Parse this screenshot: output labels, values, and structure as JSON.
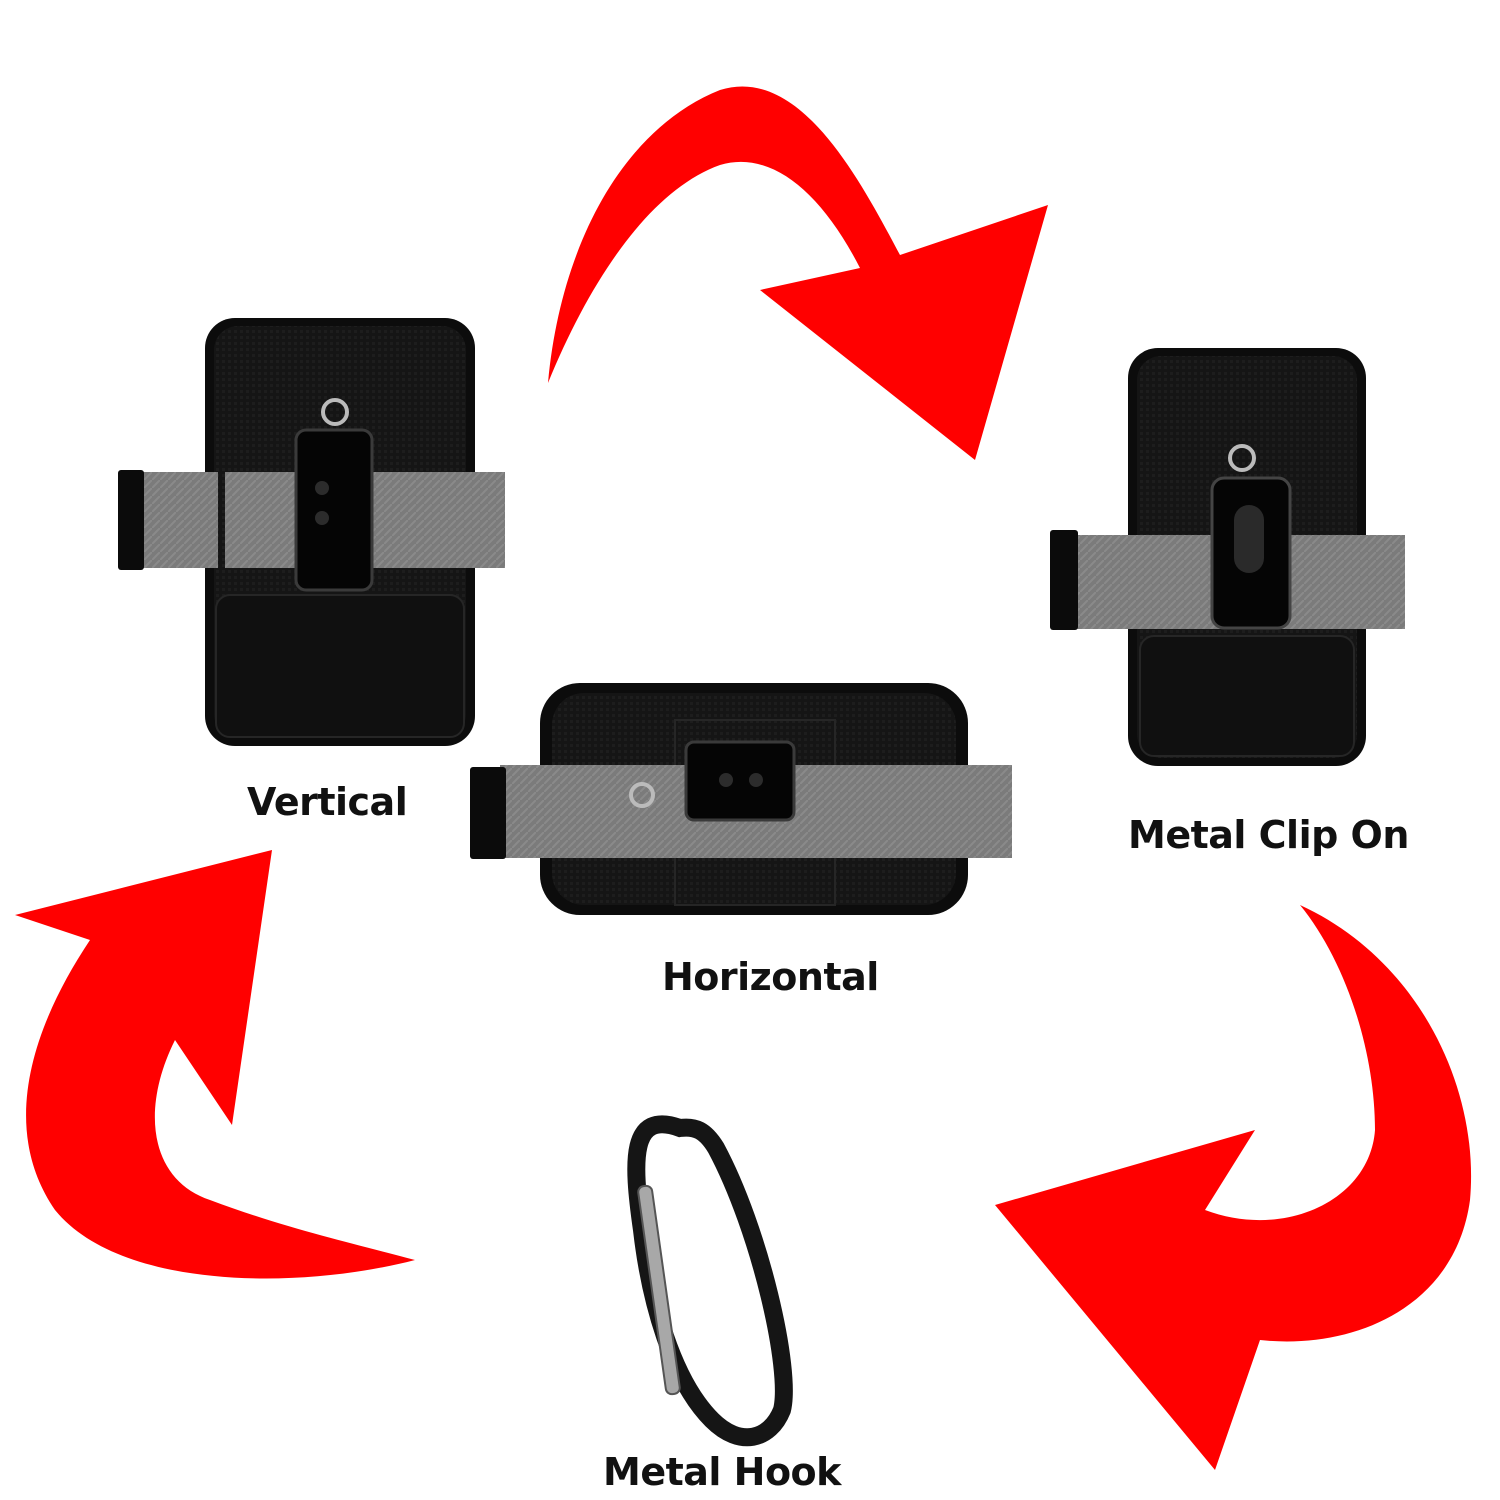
{
  "labels": {
    "vertical": "Vertical",
    "horizontal": "Horizontal",
    "metal_clip_on": "Metal Clip On",
    "metal_hook": "Metal Hook"
  },
  "icons": {
    "arrows": [
      "curved-arrow-icon",
      "curved-arrow-icon",
      "curved-arrow-icon"
    ],
    "products": [
      "holster-pouch-icon",
      "belt-clip-icon",
      "carabiner-icon"
    ]
  },
  "colors": {
    "arrow": "#ff0000",
    "pouch": "#141414",
    "strap": "#7d7d7d",
    "background": "#ffffff"
  }
}
